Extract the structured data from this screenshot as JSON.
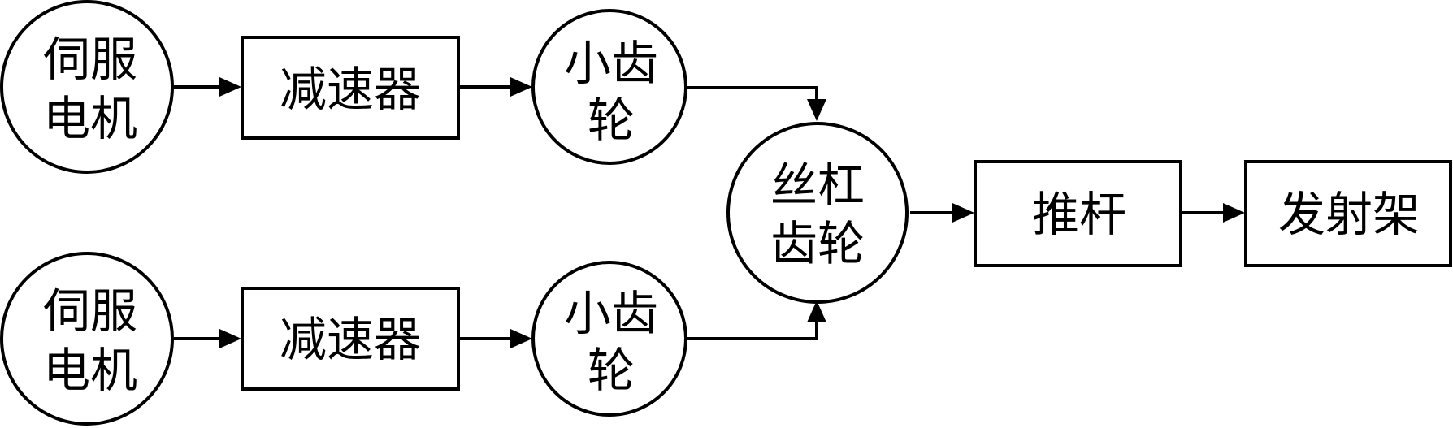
{
  "diagram": {
    "nodes": {
      "motor_top": {
        "line1": "伺服",
        "line2": "电机"
      },
      "reducer_top": {
        "label": "减速器"
      },
      "pinion_top": {
        "line1": "小齿",
        "line2": "轮"
      },
      "motor_bottom": {
        "line1": "伺服",
        "line2": "电机"
      },
      "reducer_bottom": {
        "label": "减速器"
      },
      "pinion_bottom": {
        "line1": "小齿",
        "line2": "轮"
      },
      "screw_gear": {
        "line1": "丝杠",
        "line2": "齿轮"
      },
      "push_rod": {
        "label": "推杆"
      },
      "launcher": {
        "label": "发射架"
      }
    },
    "flow": [
      [
        "motor_top",
        "reducer_top"
      ],
      [
        "reducer_top",
        "pinion_top"
      ],
      [
        "pinion_top",
        "screw_gear"
      ],
      [
        "motor_bottom",
        "reducer_bottom"
      ],
      [
        "reducer_bottom",
        "pinion_bottom"
      ],
      [
        "pinion_bottom",
        "screw_gear"
      ],
      [
        "screw_gear",
        "push_rod"
      ],
      [
        "push_rod",
        "launcher"
      ]
    ]
  }
}
